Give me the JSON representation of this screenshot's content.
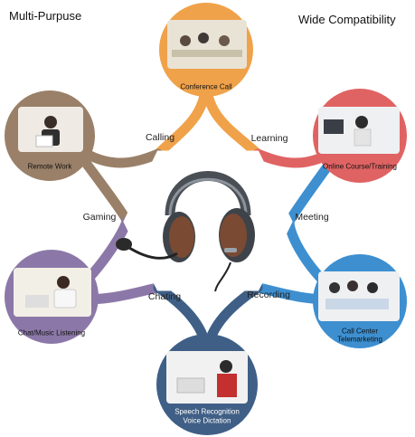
{
  "header": {
    "left_title": "Multi-Purpuse",
    "right_title": "Wide Compatibility"
  },
  "usage_labels": {
    "calling": "Calling",
    "learning": "Learning",
    "gaming": "Gaming",
    "meeting": "Meeting",
    "chating": "Chating",
    "recording": "Recording"
  },
  "scenes": {
    "conference": {
      "caption": "Conference Call",
      "color": "#f0a24a"
    },
    "online_course": {
      "caption": "Online Course/Training",
      "color": "#e06363"
    },
    "call_center": {
      "caption_line1": "Call Center",
      "caption_line2": "Telemarketing",
      "color": "#3d8fd0"
    },
    "speech": {
      "caption_line1": "Speech Recognition",
      "caption_line2": "Voice Dictation",
      "color": "#3f5f86"
    },
    "chat_music": {
      "caption": "Chat/Music Listening",
      "color": "#8c78a8"
    },
    "remote_work": {
      "caption": "Remote Work",
      "color": "#9a8068"
    }
  },
  "product": {
    "icon": "headset-icon"
  }
}
